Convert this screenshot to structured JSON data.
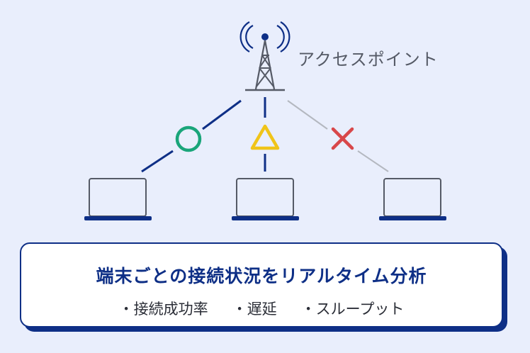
{
  "access_point": {
    "label": "アクセスポイント"
  },
  "connections": [
    {
      "symbol": "circle",
      "meaning": "good",
      "color": "#1aa57a"
    },
    {
      "symbol": "triangle",
      "meaning": "fair",
      "color": "#f0c419"
    },
    {
      "symbol": "cross",
      "meaning": "poor",
      "color": "#d8474a"
    }
  ],
  "colors": {
    "background": "#e9eefc",
    "navy": "#0e2f86",
    "gray_line": "#b4b8c0",
    "laptop_outline": "#555a66"
  },
  "summary": {
    "headline": "端末ごとの接続状況をリアルタイム分析",
    "metrics": [
      "接続成功率",
      "遅延",
      "スループット"
    ]
  }
}
